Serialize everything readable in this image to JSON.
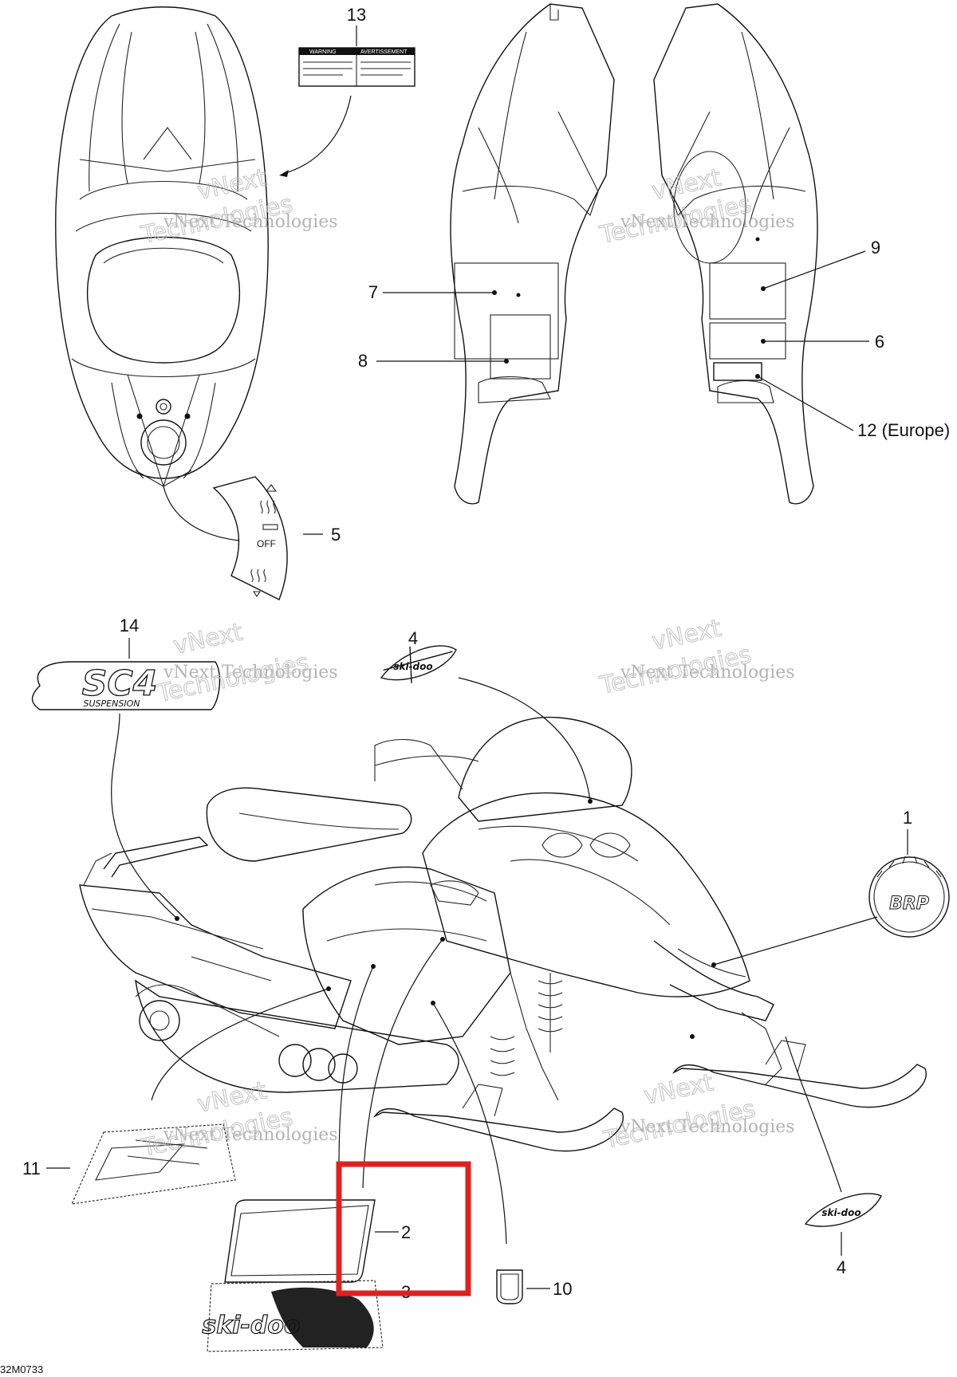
{
  "callouts": {
    "c1": "1",
    "c2": "2",
    "c3": "3",
    "c4_top": "4",
    "c4_bottom": "4",
    "c5": "5",
    "c6": "6",
    "c7": "7",
    "c8": "8",
    "c9": "9",
    "c10": "10",
    "c11": "11",
    "c12": "12 (Europe)",
    "c13": "13",
    "c14": "14"
  },
  "watermark": {
    "line1": "vNext Technologies",
    "line2": "Technologies",
    "line3": "vNext"
  },
  "decals": {
    "warning_left": "WARNING",
    "warning_right": "AVERTISSEMENT",
    "switch_off": "OFF",
    "brp": "BRP",
    "skidoo": "ski-doo",
    "sc4_main": "SC4",
    "sc4_sub": "SUSPENSION"
  },
  "part_code": "32M0733",
  "highlight_color": "#e0201f"
}
